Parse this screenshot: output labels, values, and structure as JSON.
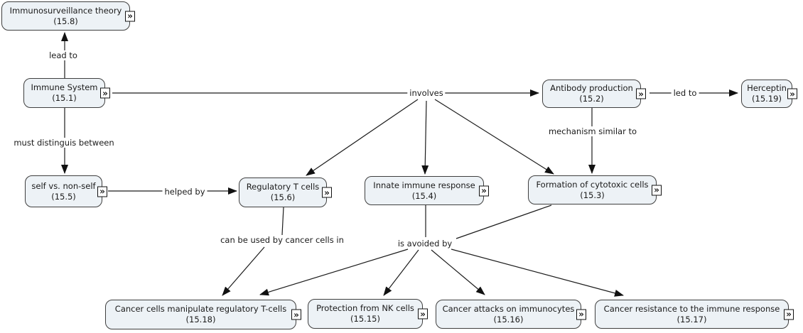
{
  "diagram": {
    "type": "concept-map",
    "resource_icon_glyph": "»"
  },
  "colors": {
    "background": "#ffffff",
    "node_fill": "#edf2f6",
    "node_border": "#3f3f3f",
    "line": "#1c1c1c"
  },
  "nodes": [
    {
      "label": "Immunosurveillance theory",
      "code": "(15.8)"
    },
    {
      "label": "Immune System",
      "code": "(15.1)"
    },
    {
      "label": "Antibody production",
      "code": "(15.2)"
    },
    {
      "label": "Herceptin",
      "code": "(15.19)"
    },
    {
      "label": "self vs. non-self",
      "code": "(15.5)"
    },
    {
      "label": "Regulatory T cells",
      "code": "(15.6)"
    },
    {
      "label": "Innate immune response",
      "code": "(15.4)"
    },
    {
      "label": "Formation of cytotoxic cells",
      "code": "(15.3)"
    },
    {
      "label": "Cancer cells manipulate regulatory T-cells",
      "code": "(15.18)"
    },
    {
      "label": "Protection from NK cells",
      "code": "(15.15)"
    },
    {
      "label": "Cancer attacks on immunocytes",
      "code": "(15.16)"
    },
    {
      "label": "Cancer resistance to the immune response",
      "code": "(15.17)"
    }
  ],
  "links": [
    {
      "text": "lead to",
      "from": [
        "Immune System"
      ],
      "to": [
        "Immunosurveillance theory"
      ]
    },
    {
      "text": "involves",
      "from": [
        "Immune System"
      ],
      "to": [
        "Antibody production",
        "Regulatory T cells",
        "Innate immune response",
        "Formation of cytotoxic cells"
      ]
    },
    {
      "text": "led to",
      "from": [
        "Antibody production"
      ],
      "to": [
        "Herceptin"
      ]
    },
    {
      "text": "must distinguis between",
      "from": [
        "Immune System"
      ],
      "to": [
        "self vs. non-self"
      ]
    },
    {
      "text": "helped by",
      "from": [
        "self vs. non-self"
      ],
      "to": [
        "Regulatory T cells"
      ]
    },
    {
      "text": "mechanism similar to",
      "from": [
        "Antibody production"
      ],
      "to": [
        "Formation of cytotoxic cells"
      ]
    },
    {
      "text": "can be used by cancer cells in",
      "from": [
        "Regulatory T cells"
      ],
      "to": [
        "Cancer cells manipulate regulatory T-cells"
      ]
    },
    {
      "text": "is avoided by",
      "from": [
        "Innate immune response",
        "Formation of cytotoxic cells"
      ],
      "to": [
        "Cancer cells manipulate regulatory T-cells",
        "Protection from NK cells",
        "Cancer attacks on immunocytes",
        "Cancer resistance to the immune response"
      ]
    }
  ]
}
